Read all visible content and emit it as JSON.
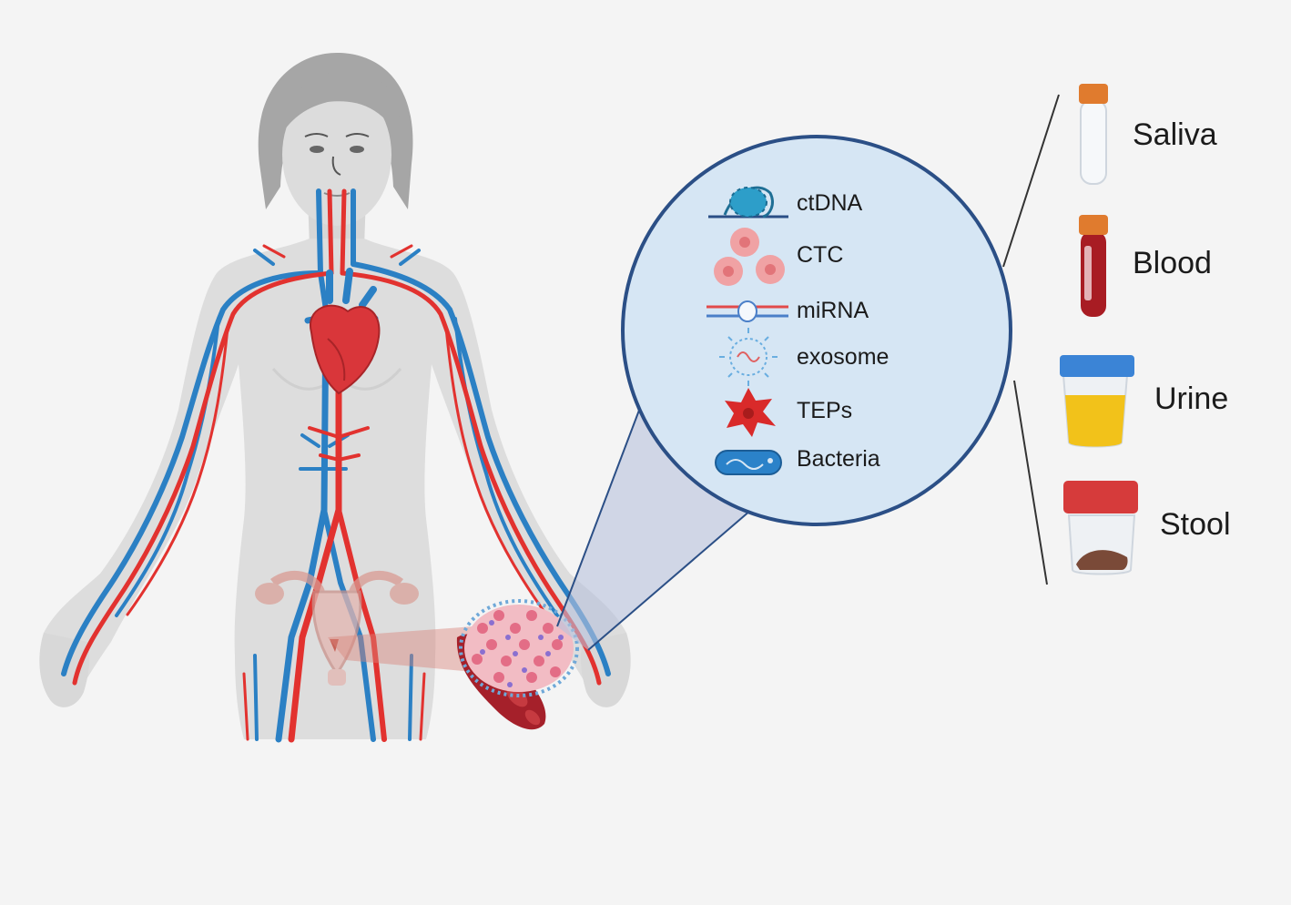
{
  "colors": {
    "background": "#f4f4f4",
    "body": "#dddddd",
    "hair": "#a6a6a6",
    "artery": "#e2322f",
    "vein": "#2b80c4",
    "zoom_circle_fill": "#d6e6f4",
    "zoom_circle_stroke": "#2b4f86",
    "zoom_cone": "#b8c2dc",
    "tube_cap": "#e07b2e",
    "cup_blue_lid": "#3b84d6",
    "cup_red_lid": "#d63b3b",
    "urine": "#f2c21a",
    "blood_tube": "#a81c23",
    "stool": "#7a4a38"
  },
  "biomarkers": [
    {
      "label": "ctDNA",
      "icon": "dna-nucleosome-icon"
    },
    {
      "label": "CTC",
      "icon": "tumor-cells-icon"
    },
    {
      "label": "miRNA",
      "icon": "mirna-icon"
    },
    {
      "label": "exosome",
      "icon": "exosome-icon"
    },
    {
      "label": "TEPs",
      "icon": "platelet-icon"
    },
    {
      "label": "Bacteria",
      "icon": "bacterium-icon"
    }
  ],
  "samples": [
    {
      "label": "Saliva",
      "icon": "saliva-tube-icon"
    },
    {
      "label": "Blood",
      "icon": "blood-tube-icon"
    },
    {
      "label": "Urine",
      "icon": "urine-cup-icon"
    },
    {
      "label": "Stool",
      "icon": "stool-cup-icon"
    }
  ]
}
